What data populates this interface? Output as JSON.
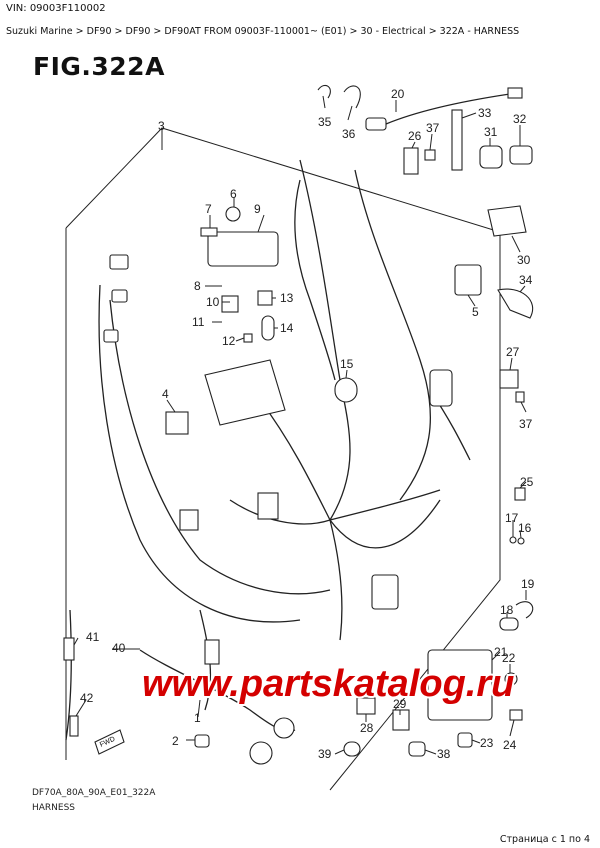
{
  "header": {
    "vin": "VIN: 09003F110002",
    "breadcrumb": "Suzuki Marine > DF90 > DF90 > DF90AT FROM 09003F-110001~ (E01) > 30 - Electrical > 322A - HARNESS"
  },
  "figure": {
    "title": "FIG.322A",
    "drawing_code": "DF70A_80A_90A_E01_322A",
    "caption": "HARNESS",
    "front_mark": "FWD"
  },
  "callouts": [
    "1",
    "2",
    "3",
    "4",
    "5",
    "6",
    "7",
    "8",
    "9",
    "10",
    "11",
    "12",
    "13",
    "14",
    "15",
    "16",
    "17",
    "18",
    "19",
    "20",
    "21",
    "22",
    "23",
    "24",
    "25",
    "26",
    "27",
    "28",
    "29",
    "30",
    "31",
    "32",
    "33",
    "34",
    "35",
    "36",
    "37",
    "37",
    "38",
    "39",
    "40",
    "41",
    "42"
  ],
  "watermark": "www.partskatalog.ru",
  "footer": {
    "pager": "Страница с 1 по 4"
  }
}
